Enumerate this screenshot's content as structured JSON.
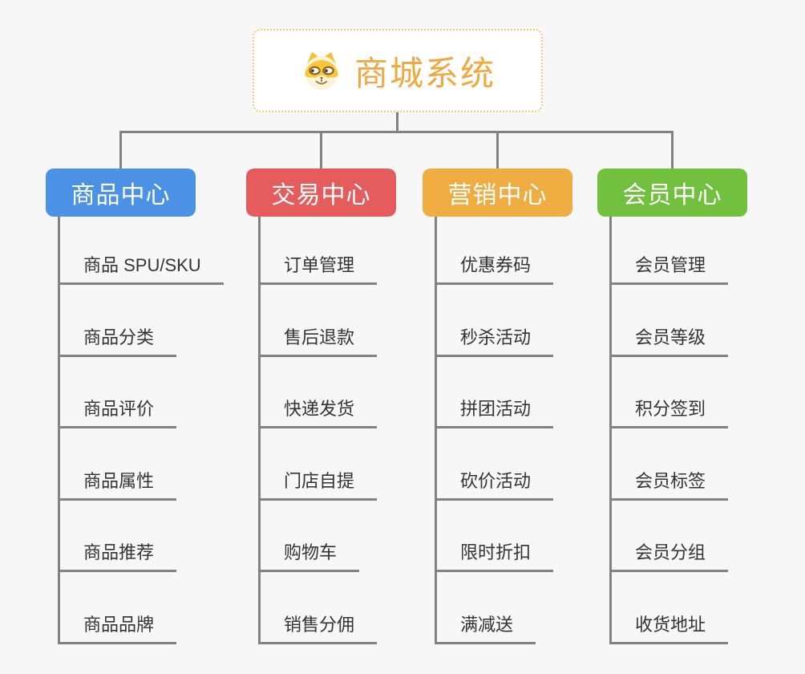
{
  "canvas": {
    "background_color": "#f7f7f7",
    "connector_color": "#828282",
    "leaf_text_color": "#333333"
  },
  "root": {
    "title": "商城系统",
    "title_color": "#f0a843",
    "border_color": "#f4c77d",
    "icon": "dog-face-icon"
  },
  "branches": [
    {
      "label": "商品中心",
      "color": "#4b91e5",
      "items": [
        "商品 SPU/SKU",
        "商品分类",
        "商品评价",
        "商品属性",
        "商品推荐",
        "商品品牌"
      ]
    },
    {
      "label": "交易中心",
      "color": "#e55c5c",
      "items": [
        "订单管理",
        "售后退款",
        "快递发货",
        "门店自提",
        "购物车",
        "销售分佣"
      ]
    },
    {
      "label": "营销中心",
      "color": "#efad41",
      "items": [
        "优惠券码",
        "秒杀活动",
        "拼团活动",
        "砍价活动",
        "限时折扣",
        "满减送"
      ]
    },
    {
      "label": "会员中心",
      "color": "#71c13f",
      "items": [
        "会员管理",
        "会员等级",
        "积分签到",
        "会员标签",
        "会员分组",
        "收货地址"
      ]
    }
  ]
}
